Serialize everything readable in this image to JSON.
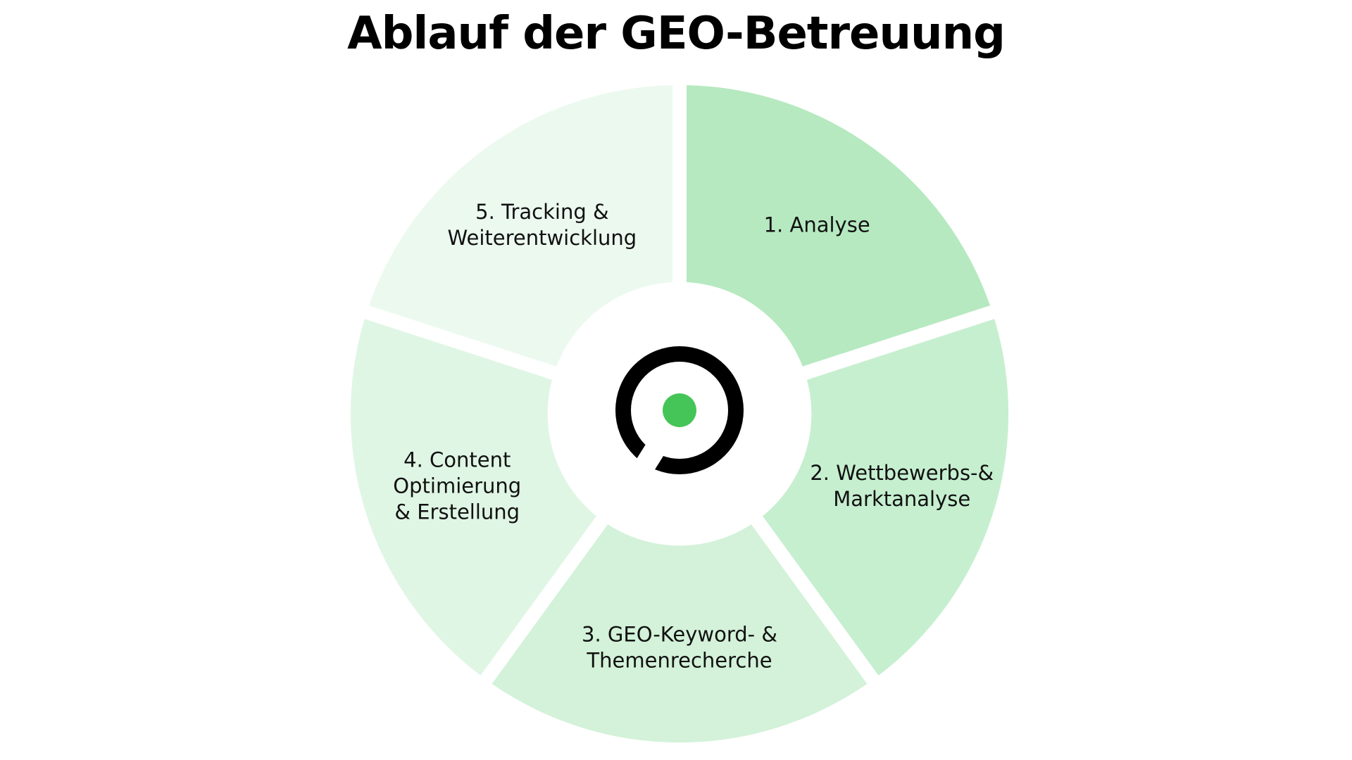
{
  "title": "Ablauf der GEO-Betreuung",
  "colors": {
    "background": "#ffffff",
    "logo_ring": "#000000",
    "logo_dot": "#45c557"
  },
  "center_logo": {
    "icon": "geo-logo-icon"
  },
  "steps": [
    {
      "lines": [
        "1. Analyse"
      ],
      "color": "#b6e9c0"
    },
    {
      "lines": [
        "2. Wettbewerbs-&",
        "Marktanalyse"
      ],
      "color": "#c6efcf"
    },
    {
      "lines": [
        "3. GEO-Keyword- &",
        "Themenrecherche"
      ],
      "color": "#d3f2d9"
    },
    {
      "lines": [
        "4. Content",
        "Optimierung",
        "& Erstellung"
      ],
      "color": "#e0f6e5"
    },
    {
      "lines": [
        "5. Tracking &",
        "Weiterentwicklung"
      ],
      "color": "#ecf9ef"
    }
  ]
}
